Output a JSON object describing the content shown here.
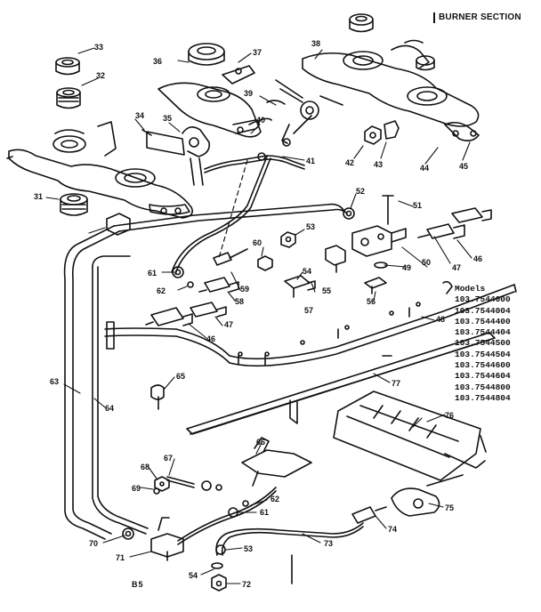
{
  "section_title": "BURNER SECTION",
  "models": {
    "heading": "Models",
    "list": [
      "103.7544000",
      "103.7544004",
      "103.7544400",
      "103.7544404",
      "103.7544500",
      "103.7544504",
      "103.7544600",
      "103.7544604",
      "103.7544800",
      "103.7544804"
    ]
  },
  "bottom_code": "B5",
  "callouts": {
    "c31": "31",
    "c32": "32",
    "c33": "33",
    "c34": "34",
    "c35": "35",
    "c36": "36",
    "c37": "37",
    "c38": "38",
    "c39": "39",
    "c40": "40",
    "c41": "41",
    "c42": "42",
    "c43": "43",
    "c44": "44",
    "c45": "45",
    "c46": "46",
    "c47": "47",
    "c48": "48",
    "c49": "49",
    "c50": "50",
    "c51": "51",
    "c52": "52",
    "c53": "53",
    "c54": "54",
    "c55": "55",
    "c56": "56",
    "c57": "57",
    "c58": "58",
    "c59": "59",
    "c60": "60",
    "c61": "61",
    "c62": "62",
    "c63": "63",
    "c64": "64",
    "c65": "65",
    "c66": "66",
    "c67": "67",
    "c68": "68",
    "c69": "69",
    "c70": "70",
    "c71": "71",
    "c72": "72",
    "c73": "73",
    "c74": "74",
    "c75": "75",
    "c76": "76",
    "c77": "77"
  }
}
